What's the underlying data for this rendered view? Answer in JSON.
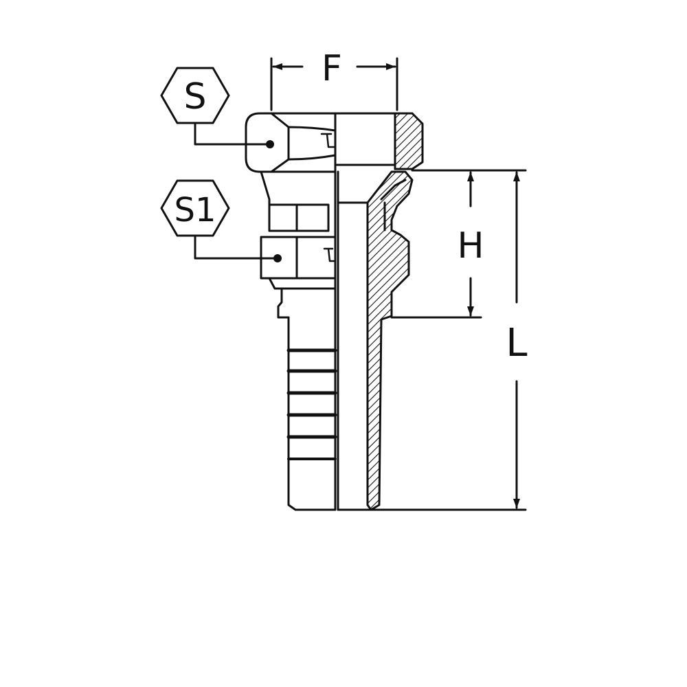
{
  "drawing": {
    "labels": {
      "hex_nut": "S",
      "hex_body": "S1",
      "thread": "F",
      "height": "H",
      "length": "L"
    },
    "colors": {
      "line": "#111111",
      "background": "#ffffff"
    }
  }
}
